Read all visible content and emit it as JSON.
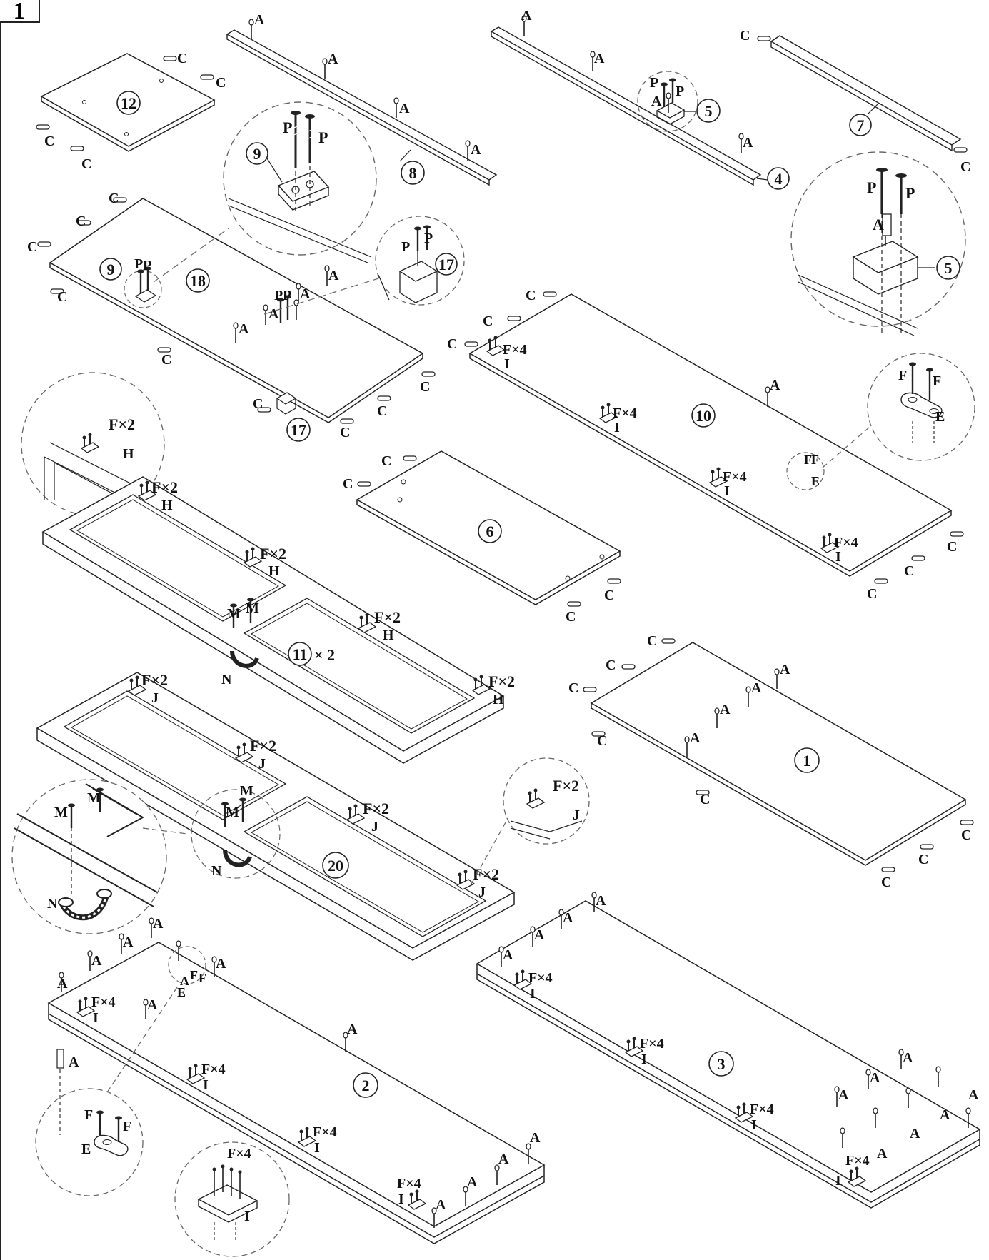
{
  "step": {
    "number": "1"
  },
  "parts": {
    "p1": "1",
    "p2": "2",
    "p3": "3",
    "p4": "4",
    "p5": "5",
    "p6": "6",
    "p7": "7",
    "p8": "8",
    "p9": "9",
    "p10": "10",
    "p11": "11",
    "p11_qty": "× 2",
    "p12": "12",
    "p17": "17",
    "p18": "18",
    "p20": "20"
  },
  "hardware": {
    "A": "A",
    "C": "C",
    "E": "E",
    "F": "F",
    "H": "H",
    "I": "I",
    "J": "J",
    "M": "M",
    "N": "N",
    "P": "P",
    "fx2": "F×2",
    "fx4": "F×4"
  },
  "colors": {
    "line": "#222222",
    "background": "#ffffff",
    "dash": "#666666"
  }
}
